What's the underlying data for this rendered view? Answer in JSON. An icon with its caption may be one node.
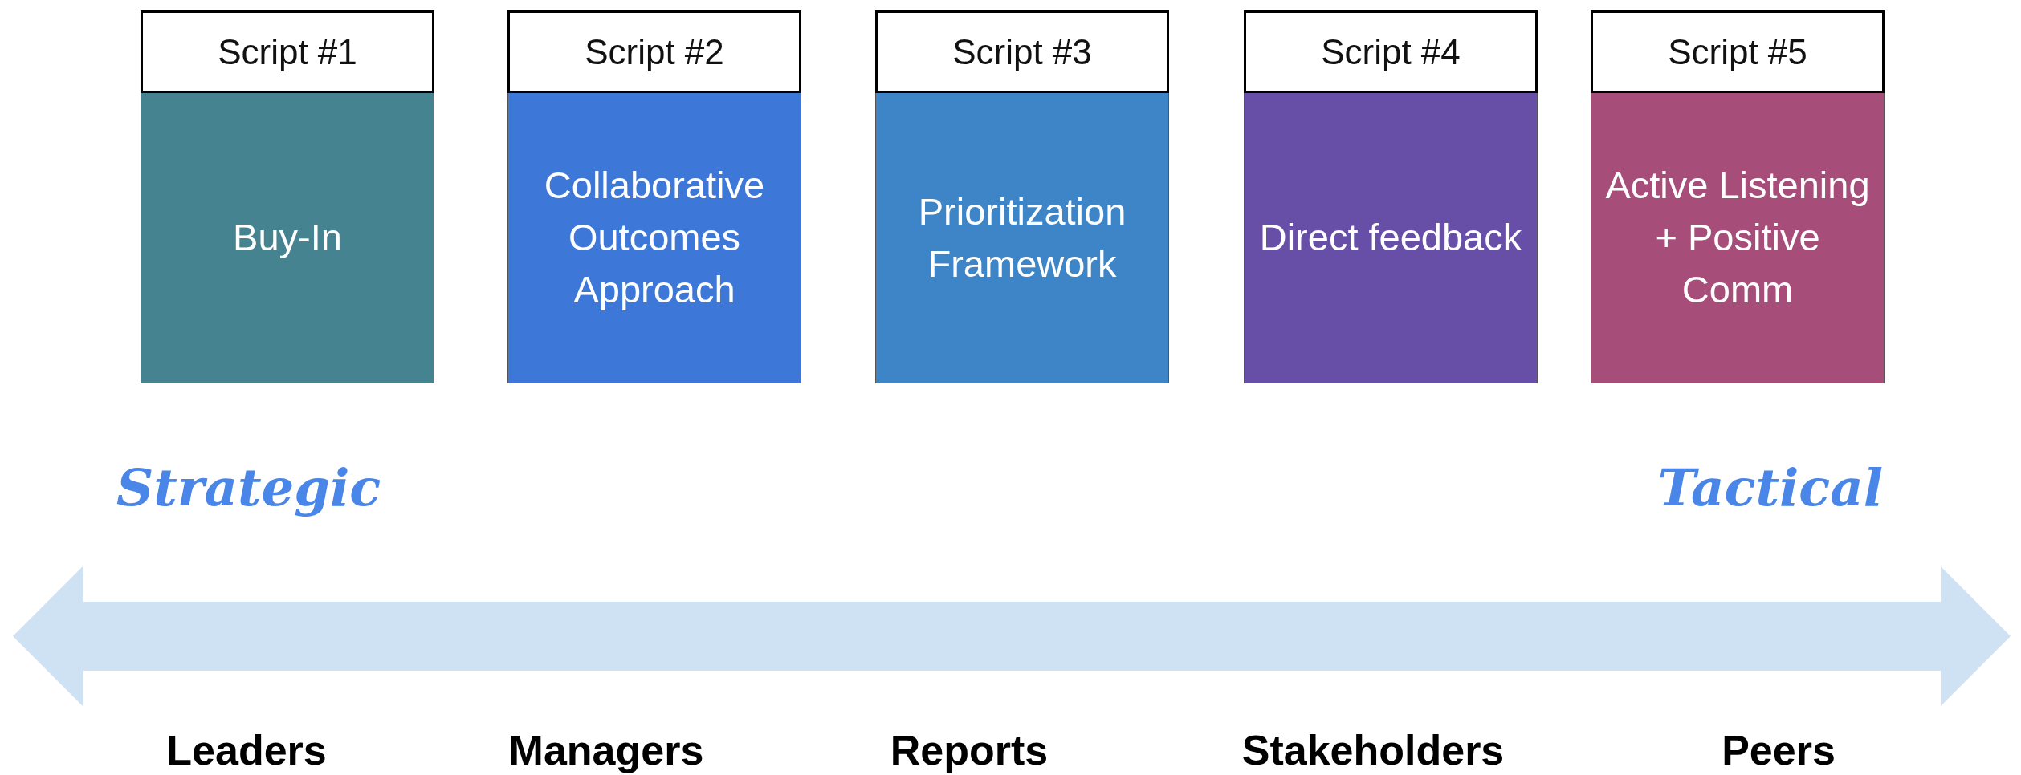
{
  "diagram": {
    "nodes": [
      {
        "text": [
          "Script #1",
          "Buy-In"
        ]
      },
      {
        "text": [
          "Script #2",
          "Collaborative Outcomes Approach"
        ]
      },
      {
        "text": [
          "Script #3",
          "Prioritization Framework"
        ]
      },
      {
        "text": [
          "Script #4",
          "Direct feedback"
        ]
      },
      {
        "text": [
          "Script #5",
          "Active Listening + Positive Comm"
        ]
      }
    ],
    "labels": [
      "Strategic",
      "Tactical",
      "Leaders",
      "Managers",
      "Reports",
      "Stakeholders",
      "Peers"
    ]
  }
}
